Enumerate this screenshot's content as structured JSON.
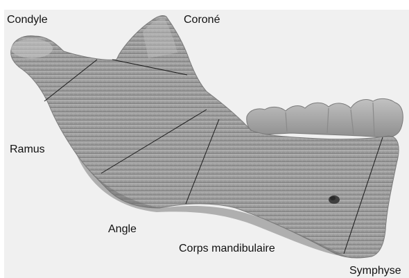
{
  "labels": {
    "condyle": "Condyle",
    "coronoid": "Coroné",
    "ramus": "Ramus",
    "angle": "Angle",
    "body": "Corps mandibulaire",
    "symphysis": "Symphyse"
  },
  "colors": {
    "background": "#f0f0f0",
    "bone": "#9e9e9e",
    "bone_dark": "#6e6e6e",
    "bone_light": "#bdbdbd",
    "divider_lines": "#1a1a1a",
    "text": "#111111"
  }
}
